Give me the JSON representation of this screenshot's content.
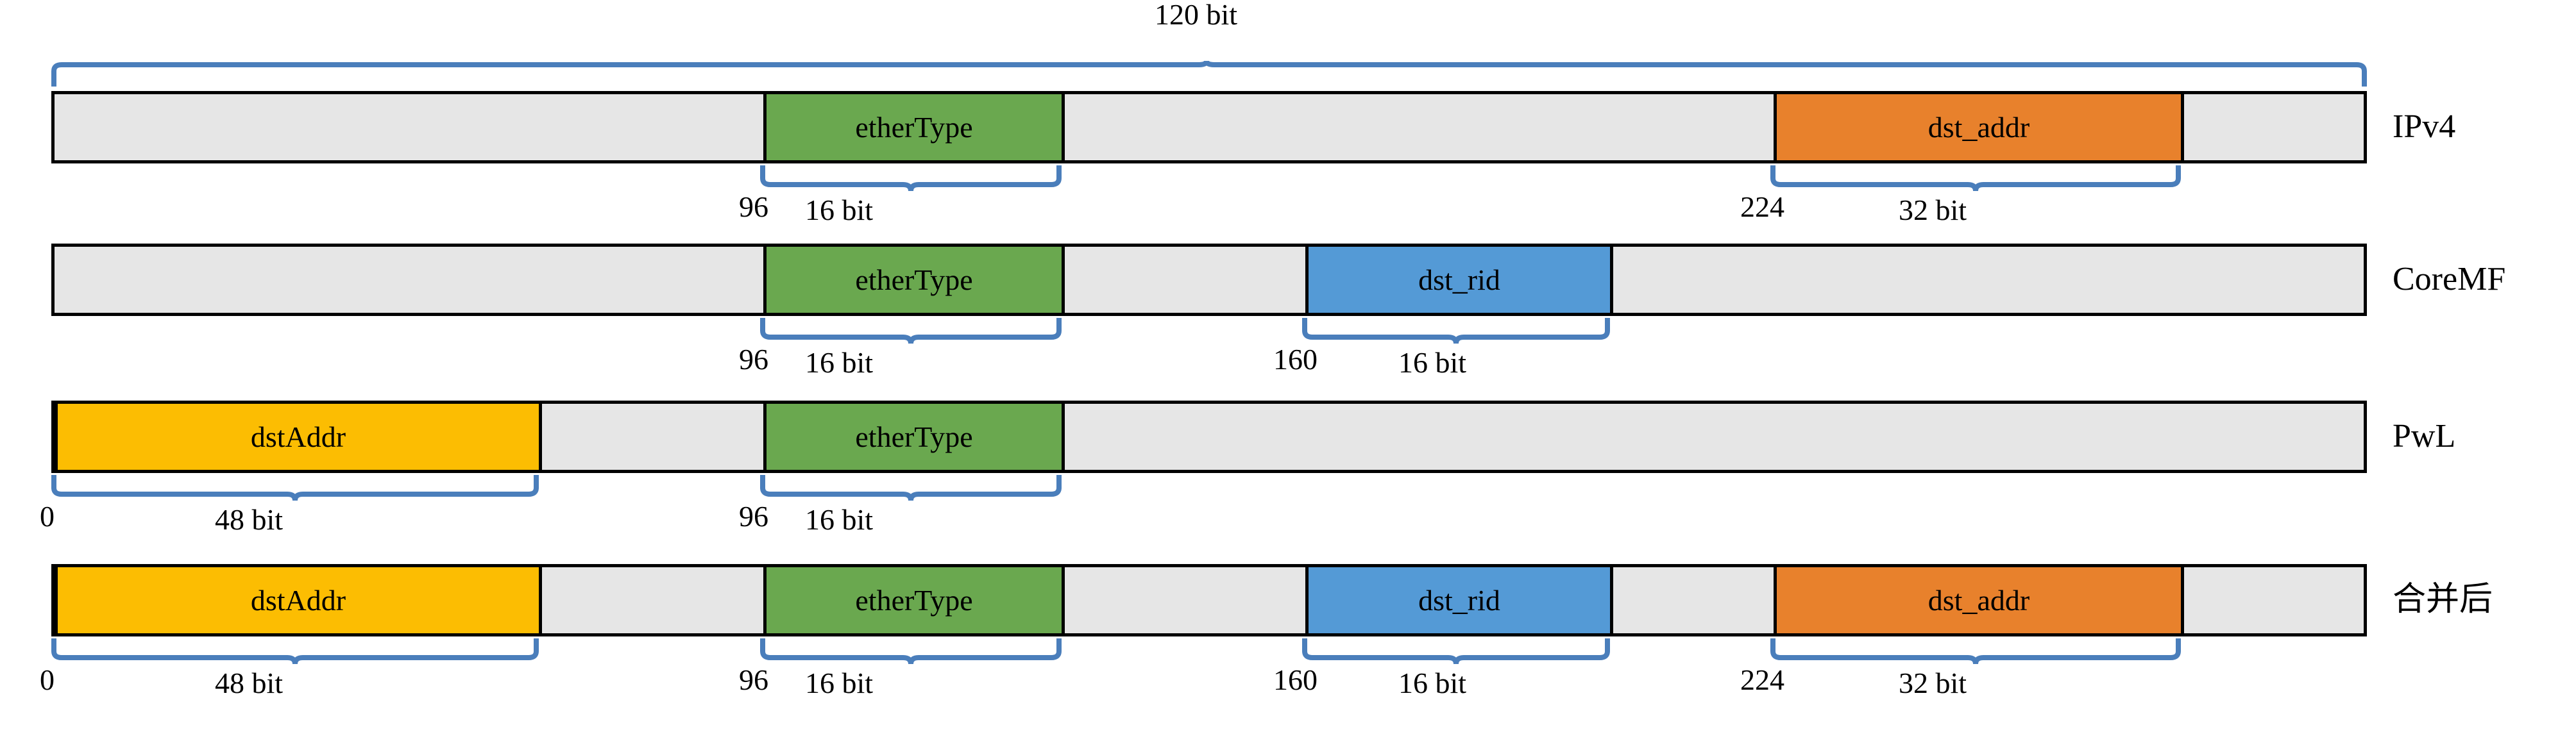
{
  "diagram": {
    "title_annotation": "120 bit",
    "colors": {
      "green": "#6aa84f",
      "orange": "#e8812c",
      "blue": "#549ad6",
      "yellow": "#fcbd02",
      "empty": "#e6e6e6",
      "brace": "#4a7ebb",
      "outline": "#000000"
    },
    "rows": [
      {
        "label": "IPv4",
        "fields": [
          {
            "name": "etherType",
            "color": "green",
            "offset_bits": "96",
            "width_bits": "16 bit"
          },
          {
            "name": "dst_addr",
            "color": "orange",
            "offset_bits": "224",
            "width_bits": "32 bit"
          }
        ]
      },
      {
        "label": "CoreMF",
        "fields": [
          {
            "name": "etherType",
            "color": "green",
            "offset_bits": "96",
            "width_bits": "16 bit"
          },
          {
            "name": "dst_rid",
            "color": "blue",
            "offset_bits": "160",
            "width_bits": "16 bit"
          }
        ]
      },
      {
        "label": "PwL",
        "fields": [
          {
            "name": "dstAddr",
            "color": "yellow",
            "offset_bits": "0",
            "width_bits": "48 bit"
          },
          {
            "name": "etherType",
            "color": "green",
            "offset_bits": "96",
            "width_bits": "16 bit"
          }
        ]
      },
      {
        "label": "合并后",
        "fields": [
          {
            "name": "dstAddr",
            "color": "yellow",
            "offset_bits": "0",
            "width_bits": "48 bit"
          },
          {
            "name": "etherType",
            "color": "green",
            "offset_bits": "96",
            "width_bits": "16 bit"
          },
          {
            "name": "dst_rid",
            "color": "blue",
            "offset_bits": "160",
            "width_bits": "16 bit"
          },
          {
            "name": "dst_addr",
            "color": "orange",
            "offset_bits": "224",
            "width_bits": "32 bit"
          }
        ]
      }
    ]
  }
}
